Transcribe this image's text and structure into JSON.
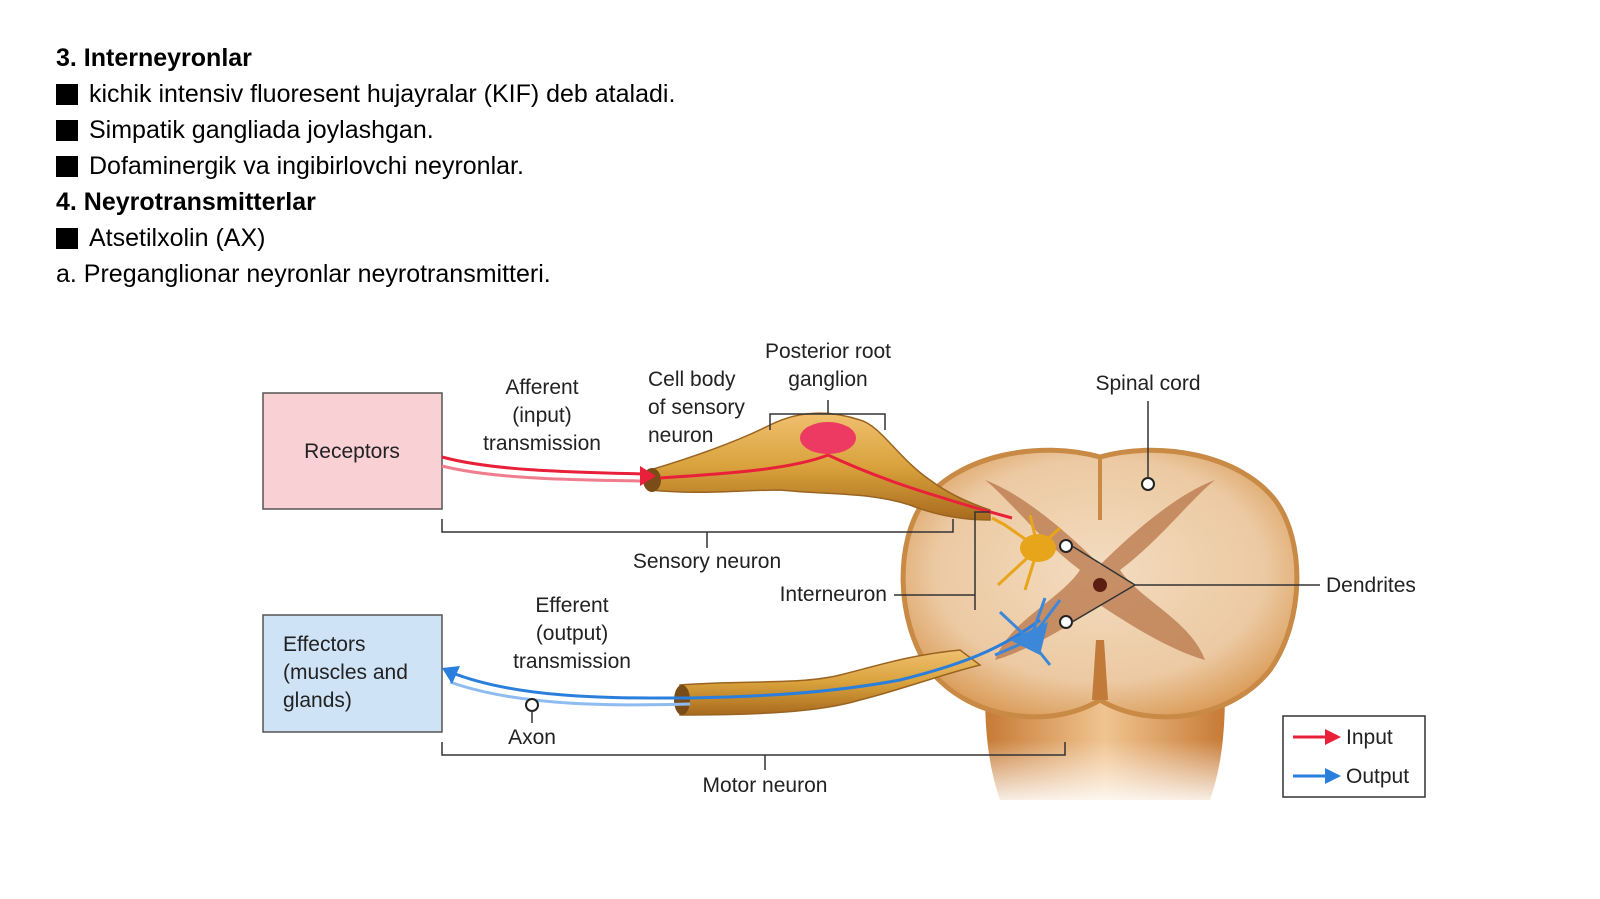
{
  "text": {
    "heading1": "3. Interneyronlar",
    "bullet1": "kichik intensiv fluoresent hujayralar (KIF) deb ataladi.",
    "bullet2": "Simpatik gangliada joylashgan.",
    "bullet3": "Dofaminergik va ingibirlovchi neyronlar.",
    "heading2": "4. Neyrotransmitterlar",
    "bullet4": "Atsetilxolin (AX)",
    "line_a": "a. Preganglionar neyronlar neyrotransmitteri."
  },
  "diagram": {
    "receptors": "Receptors",
    "effectors_1": "Effectors",
    "effectors_2": "(muscles and",
    "effectors_3": "glands)",
    "afferent_1": "Afferent",
    "afferent_2": "(input)",
    "afferent_3": "transmission",
    "cellbody_1": "Cell body",
    "cellbody_2": "of sensory",
    "cellbody_3": "neuron",
    "posterior_1": "Posterior root",
    "posterior_2": "ganglion",
    "spinal_cord": "Spinal cord",
    "sensory_neuron": "Sensory neuron",
    "interneuron": "Interneuron",
    "dendrites": "Dendrites",
    "efferent_1": "Efferent",
    "efferent_2": "(output)",
    "efferent_3": "transmission",
    "axon": "Axon",
    "motor_neuron": "Motor neuron",
    "legend_input": "Input",
    "legend_output": "Output"
  },
  "colors": {
    "input": "#e8203a",
    "output": "#2a7fdc",
    "receptors_fill": "#f9d0d4",
    "effectors_fill": "#cfe3f7",
    "nerve": "#d9a23c"
  }
}
